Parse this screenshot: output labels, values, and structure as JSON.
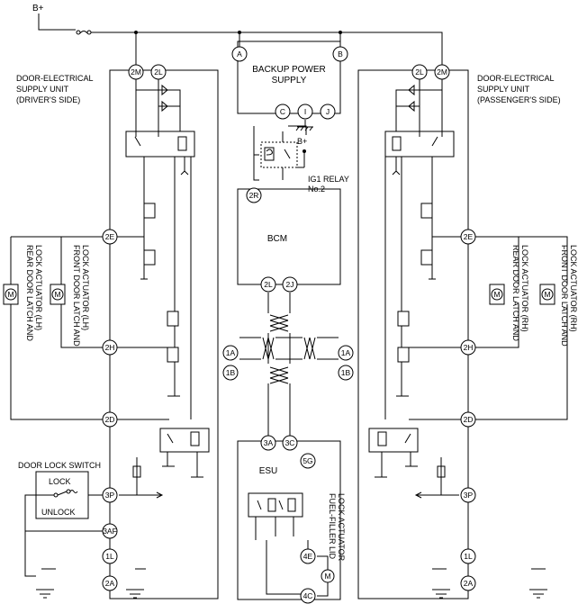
{
  "supply": {
    "label": "B+"
  },
  "units": {
    "driver": [
      "DOOR-ELECTRICAL",
      "SUPPLY UNIT",
      "(DRIVER'S SIDE)"
    ],
    "passenger": [
      "DOOR-ELECTRICAL",
      "SUPPLY UNIT",
      "(PASSENGER'S SIDE)"
    ]
  },
  "backup": [
    "BACKUP POWER",
    "SUPPLY"
  ],
  "bcm": "BCM",
  "esu": "ESU",
  "relay": {
    "bplus": "B+",
    "name": [
      "IG1 RELAY",
      "No.2"
    ]
  },
  "actuators": {
    "rear_lh": [
      "REAR DOOR LATCH AND",
      "LOCK ACTUATOR (LH)"
    ],
    "front_lh": [
      "FRONT DOOR LATCH AND",
      "LOCK ACTUATOR (LH)"
    ],
    "rear_rh": [
      "REAR DOOR LATCH AND",
      "LOCK ACTUATOR (RH)"
    ],
    "front_rh": [
      "FRONT DOOR LATCH AND",
      "LOCK ACTUATOR (RH)"
    ],
    "fuel": [
      "FUEL-FILLER LID",
      "LOCK ACTUATOR"
    ]
  },
  "door_lock_switch": {
    "title": "DOOR LOCK SWITCH",
    "lock": "LOCK",
    "unlock": "UNLOCK"
  },
  "motor_symbol": "M",
  "terminals": {
    "left": [
      "2M",
      "2L",
      "2E",
      "2H",
      "2D",
      "3P",
      "3AF",
      "1L",
      "2A"
    ],
    "right": [
      "2L",
      "2M",
      "2E",
      "2H",
      "2D",
      "3P",
      "1L",
      "2A"
    ],
    "backup": [
      "A",
      "B",
      "C",
      "I",
      "J"
    ],
    "bcm": [
      "2R",
      "2L",
      "2J"
    ],
    "mid": [
      "1A",
      "1B",
      "1A",
      "1B"
    ],
    "esu": [
      "3A",
      "3C",
      "5G",
      "4E",
      "4C"
    ]
  }
}
